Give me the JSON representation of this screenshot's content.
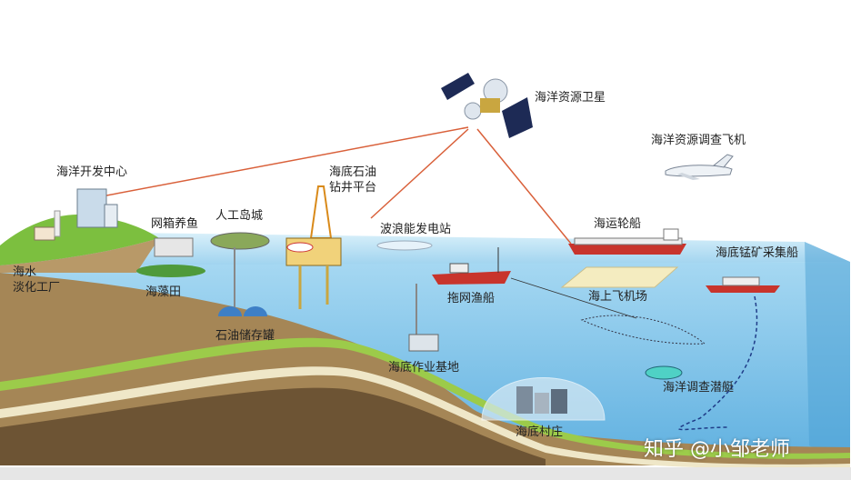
{
  "labels": {
    "satellite": "海洋资源卫星",
    "survey_plane": "海洋资源调查飞机",
    "dev_center": "海洋开发中心",
    "oil_platform_1": "海底石油",
    "oil_platform_2": "钻井平台",
    "artificial_island": "人工岛城",
    "cage_fish": "网箱养鱼",
    "wave_power": "波浪能发电站",
    "cargo_ship": "海运轮船",
    "manganese_ship": "海底锰矿采集船",
    "desal_1": "海水",
    "desal_2": "淡化工厂",
    "seaweed": "海藻田",
    "trawler": "拖网渔船",
    "sea_airport": "海上飞机场",
    "oil_tank": "石油储存罐",
    "seabed_base": "海底作业基地",
    "submarine": "海洋调查潜艇",
    "seabed_village": "海底村庄"
  },
  "watermark": "知乎 @小邹老师",
  "colors": {
    "sea_surface": "#bfe3f5",
    "sea_front": "#8ccbec",
    "seabed": "#9a7a50",
    "land": "#7cbf3f",
    "link_line": "#d9603a"
  }
}
